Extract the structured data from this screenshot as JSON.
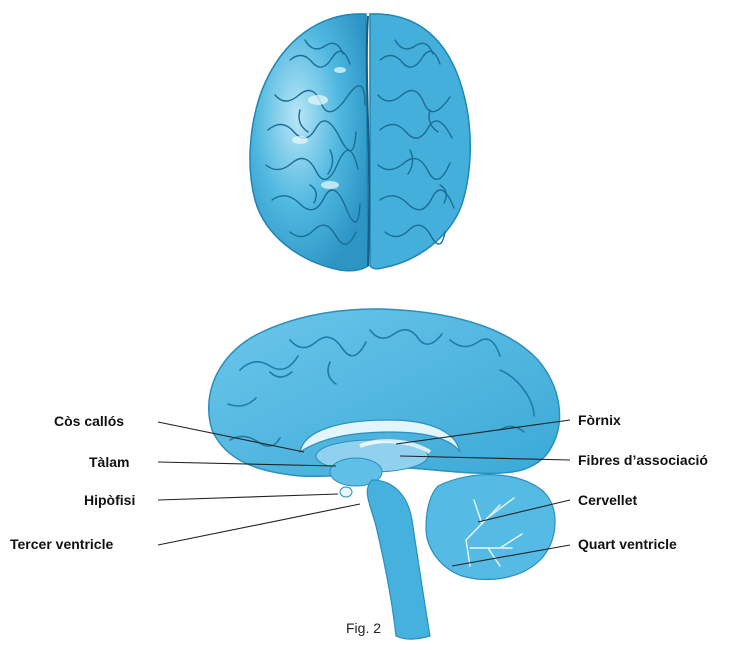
{
  "figure": {
    "caption": "Fig. 2",
    "illustrations": {
      "top": "brain-top-view",
      "bottom": "brain-sagittal-section"
    },
    "colors": {
      "brain_fill": "#4fb8e0",
      "brain_light": "#a6dcf2",
      "brain_dark": "#1e7fa8",
      "leader_line": "#222222"
    }
  },
  "labels": {
    "left": [
      "Còs callós",
      "Tàlam",
      "Hipòfisi",
      "Tercer ventricle"
    ],
    "right": [
      "Fòrnix",
      "Fibres d’associació",
      "Cervellet",
      "Quart ventricle"
    ]
  }
}
